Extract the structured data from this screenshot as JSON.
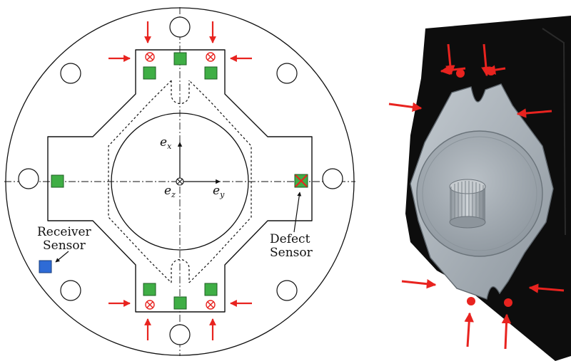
{
  "labels": {
    "receiver_line1": "Receiver",
    "receiver_line2": "Sensor",
    "defect_line1": "Defect",
    "defect_line2": "Sensor"
  },
  "axes": {
    "ex": {
      "base": "e",
      "sub": "x"
    },
    "ey": {
      "base": "e",
      "sub": "y"
    },
    "ez": {
      "base": "e",
      "sub": "z"
    }
  },
  "colors": {
    "sensor_fill": "#3fae45",
    "receiver_fill": "#2e6bd6",
    "arrow": "#e8231f",
    "line": "#111111",
    "part": "#a7b0b8",
    "housing": "#0d0d0d"
  }
}
